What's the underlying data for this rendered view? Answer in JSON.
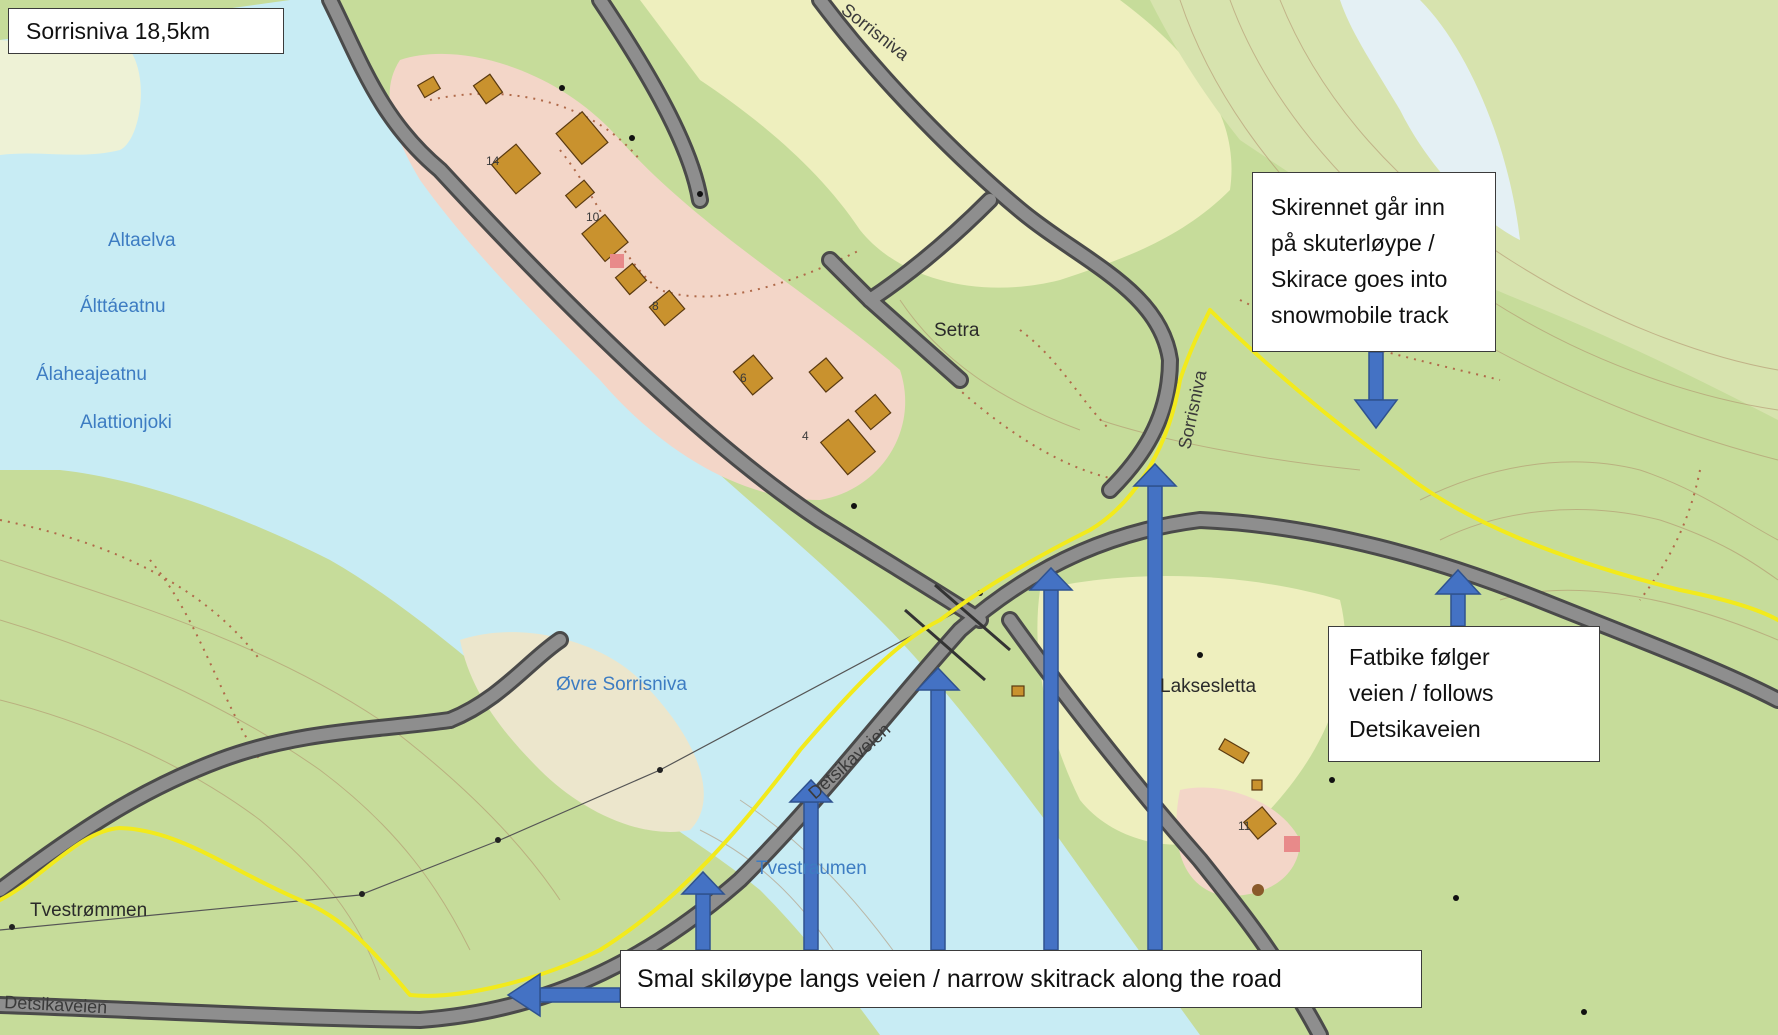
{
  "map": {
    "title": "Sorrisniva 18,5km",
    "place_labels": {
      "altaelva": "Altaelva",
      "alttaeatnu": "Álttáeatnu",
      "alaheajeatnu": "Álaheajeatnu",
      "alattionjoki": "Alattionjoki",
      "ovre_sorrisniva": "Øvre Sorrisniva",
      "tvestraumen": "Tvestraumen",
      "tvestrommen": "Tvestrømmen",
      "setra": "Setra",
      "laksesletta": "Laksesletta"
    },
    "road_labels": {
      "sorrisniva_north": "Sorrisniva",
      "sorrisniva_curve": "Sorrisniva",
      "detsikaveien_mid": "Detsikaveien",
      "detsikaveien_bottom": "Detsikaveien"
    },
    "house_numbers": [
      "14",
      "10",
      "8",
      "6",
      "4",
      "11"
    ],
    "callouts": {
      "skirace": [
        "Skirennet går inn",
        "på skuterløype /",
        "Skirace goes into",
        "snowmobile track"
      ],
      "fatbike": [
        "Fatbike følger",
        "veien / follows",
        "Detsikaveien"
      ],
      "skitrack": "Smal skiløype langs veien / narrow skitrack along the road"
    },
    "colors": {
      "water": "#c8ecf4",
      "forest": "#c6dc9a",
      "open_land": "#eeefbe",
      "settlement": "#f3d6c8",
      "road": "#8e8e8e",
      "road_casing": "#4a4a4a",
      "building": "#c9922e",
      "ski_route": "#f2ea1c",
      "arrow": "#4472c4",
      "trail": "#b06a4a"
    }
  }
}
